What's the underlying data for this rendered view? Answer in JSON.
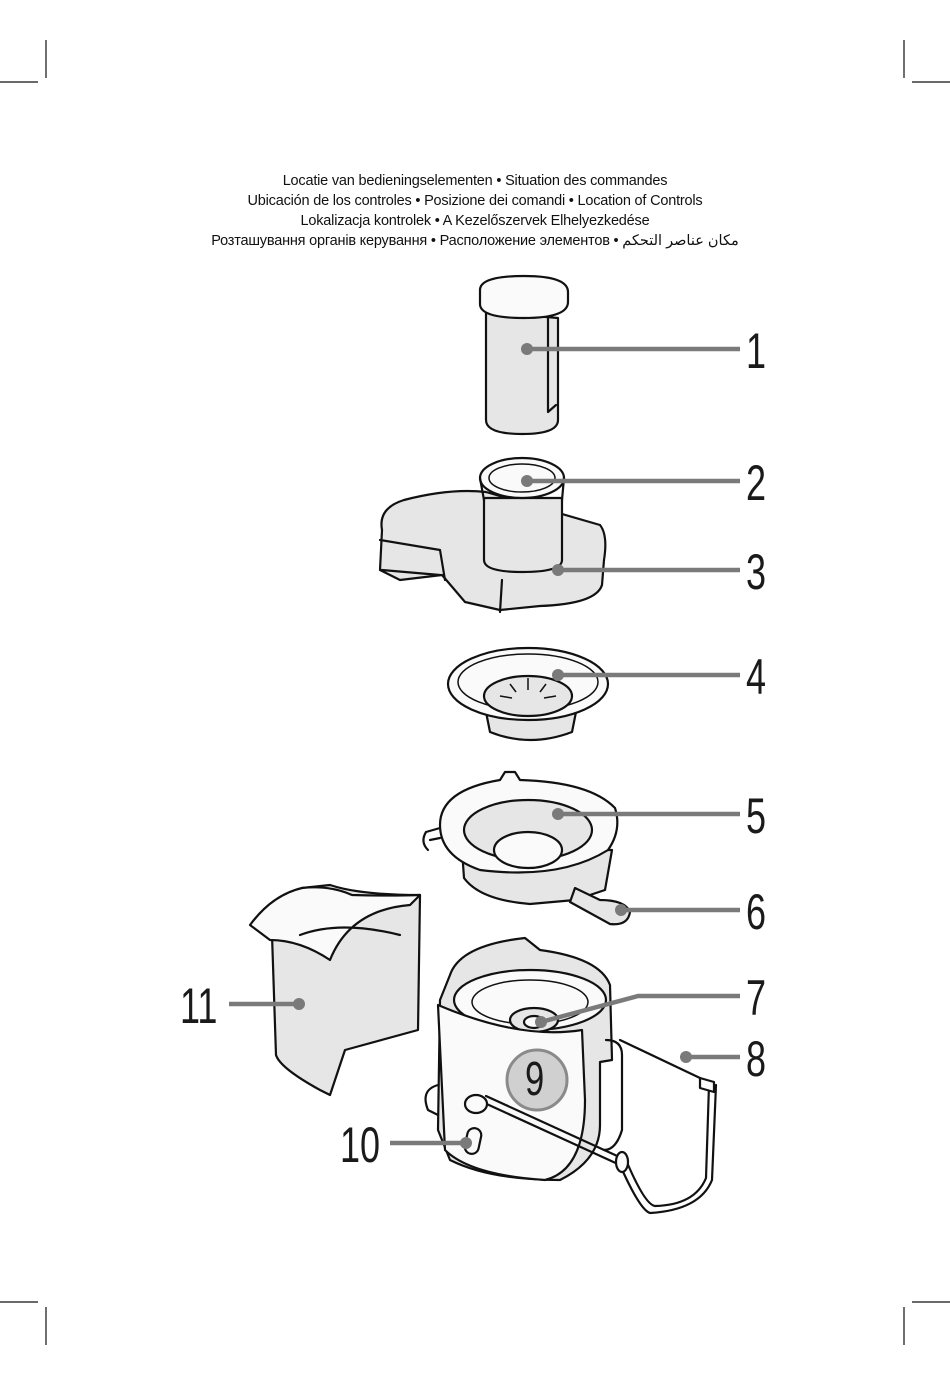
{
  "headings": [
    "Locatie van bedieningselementen • Situation des commandes",
    "Ubicación de los controles • Posizione dei comandi • Location of Controls",
    "Lokalizacja kontrolek • A Kezelőszervek Elhelyezkedése",
    "Розташування органів керування • Расположение элементов • مكان عناصر التحكم"
  ],
  "callouts": [
    "1",
    "2",
    "3",
    "4",
    "5",
    "6",
    "7",
    "8",
    "9",
    "10",
    "11"
  ]
}
